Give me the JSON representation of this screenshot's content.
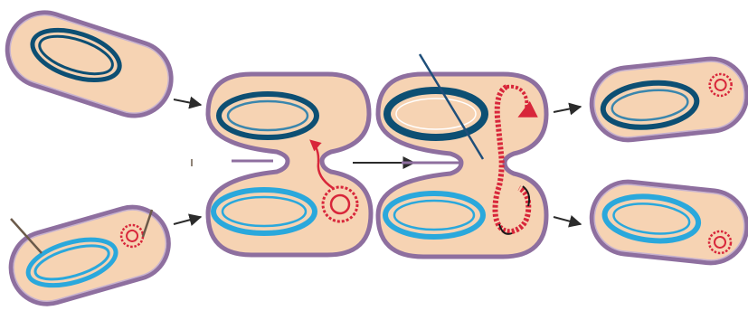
{
  "colors": {
    "background": "#ffffff",
    "cytoplasm": "#f6d3b3",
    "membrane": "#8e6f9f",
    "membrane_inner": "#c7b2cf",
    "donor_chromosome": "#0d4f73",
    "recipient_chromosome": "#2aa8dc",
    "plasmid": "#d8263a",
    "pilus": "#6b5a4a",
    "arrow": "#2b2b2b"
  },
  "icons": {
    "arrow": "arrow-icon",
    "plasmid": "plasmid-icon",
    "pilus": "pilus-icon",
    "chromosome": "chromosome-icon"
  },
  "diagram": {
    "cells": [
      {
        "name": "donor-cell",
        "chromosome": "donor",
        "plasmid": false,
        "pilus": false
      },
      {
        "name": "recipient-cell-with-plasmid",
        "chromosome": "recipient",
        "plasmid": true,
        "pilus": true
      },
      {
        "name": "mating-pair-stage-1",
        "chromosome": "both",
        "plasmid": "transfer-start",
        "pilus": false
      },
      {
        "name": "mating-pair-stage-2",
        "chromosome": "both",
        "plasmid": "replicating",
        "pilus": true
      },
      {
        "name": "result-donor-cell",
        "chromosome": "donor",
        "plasmid": true,
        "pilus": false
      },
      {
        "name": "result-recipient-cell",
        "chromosome": "recipient",
        "plasmid": true,
        "pilus": false
      }
    ]
  }
}
